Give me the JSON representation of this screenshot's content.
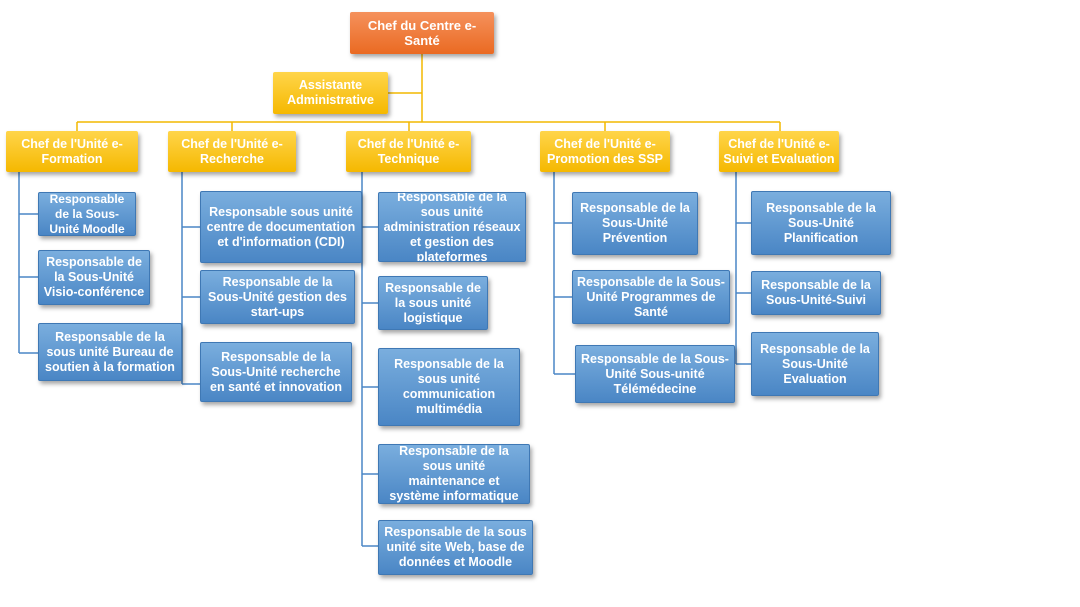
{
  "root": {
    "label": "Chef du Centre e-Santé"
  },
  "assistant": {
    "label": "Assistante Administrative"
  },
  "units": [
    {
      "label": "Chef de l'Unité e-Formation",
      "children": [
        "Responsable de la Sous-Unité Moodle",
        "Responsable de la Sous-Unité Visio-conférence",
        "Responsable de la sous unité Bureau de soutien à la formation"
      ]
    },
    {
      "label": "Chef de l'Unité e-Recherche",
      "children": [
        "Responsable sous unité centre de documentation et d'information (CDI)",
        "Responsable de la Sous-Unité gestion des start-ups",
        "Responsable de la Sous-Unité recherche en santé et innovation"
      ]
    },
    {
      "label": "Chef de l'Unité e-Technique",
      "children": [
        "Responsable de la sous unité administration réseaux et gestion des plateformes",
        "Responsable de la sous unité logistique",
        "Responsable de la sous unité communication multimédia",
        "Responsable de la sous unité maintenance et système informatique",
        "Responsable de la sous unité site Web, base de données et Moodle"
      ]
    },
    {
      "label": "Chef de l'Unité e-Promotion des SSP",
      "children": [
        "Responsable de la Sous-Unité Prévention",
        "Responsable de la Sous-Unité Programmes de Santé",
        "Responsable de la Sous-Unité Sous-unité Télémédecine"
      ]
    },
    {
      "label": "Chef de l'Unité e-Suivi et Evaluation",
      "children": [
        "Responsable de la Sous-Unité Planification",
        "Responsable de la Sous-Unité-Suivi",
        "Responsable de la Sous-Unité Evaluation"
      ]
    }
  ]
}
